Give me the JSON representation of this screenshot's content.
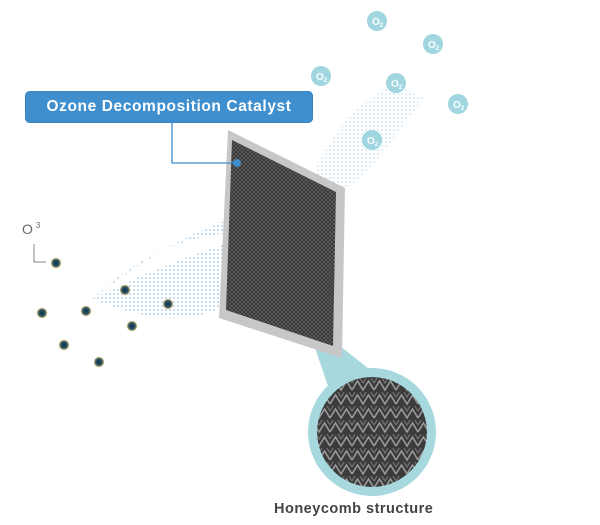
{
  "diagram": {
    "catalyst_label": "Ozone Decomposition Catalyst",
    "ozone_label": {
      "base": "O",
      "sup": "3"
    },
    "oxygen_molecule_label": {
      "base": "O",
      "sub": "2"
    },
    "honeycomb_caption": "Honeycomb structure"
  },
  "colors": {
    "callout": "#3f8fcf",
    "oxygen_bubble": "#9fd6df",
    "ozone_dot": "#1f3d4e",
    "ozone_dot_glow": "#c9b173",
    "catalyst_panel": "#3c3c3c",
    "catalyst_frame": "#c7c7c7",
    "magnifier_fill": "#a7d8de",
    "airflow_dots": "#5aa1d6"
  },
  "icons": [
    "ozone-molecule-icon",
    "oxygen-molecule-icon",
    "honeycomb-magnifier-icon"
  ]
}
